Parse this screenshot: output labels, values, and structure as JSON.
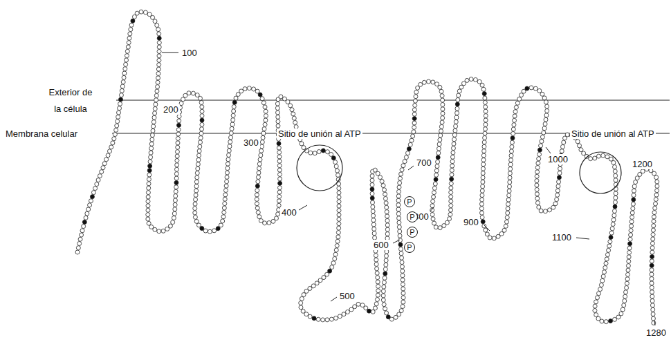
{
  "diagram": {
    "nodes": [
      {
        "text": [
          "P"
        ]
      },
      {
        "text": [
          "P"
        ]
      },
      {
        "text": [
          "P"
        ]
      },
      {
        "text": [
          "P"
        ]
      }
    ],
    "labels": [
      "Exterior de la célula",
      "Membrana celular",
      "Sitio de unión al ATP",
      "100",
      "200",
      "300",
      "400",
      "500",
      "600",
      "700",
      "800",
      "900",
      "1000",
      "1100",
      "1200",
      "1280",
      "Sitio de unión al ATP"
    ]
  }
}
